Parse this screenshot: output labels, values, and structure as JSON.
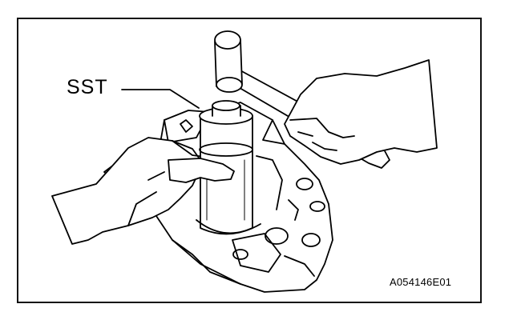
{
  "labels": {
    "tool_callout": "SST",
    "figure_id": "A054146E01"
  },
  "colors": {
    "line": "#000000",
    "background": "#ffffff"
  },
  "icons": [
    "hammer",
    "special-service-tool",
    "hands",
    "oil-pump-body"
  ]
}
